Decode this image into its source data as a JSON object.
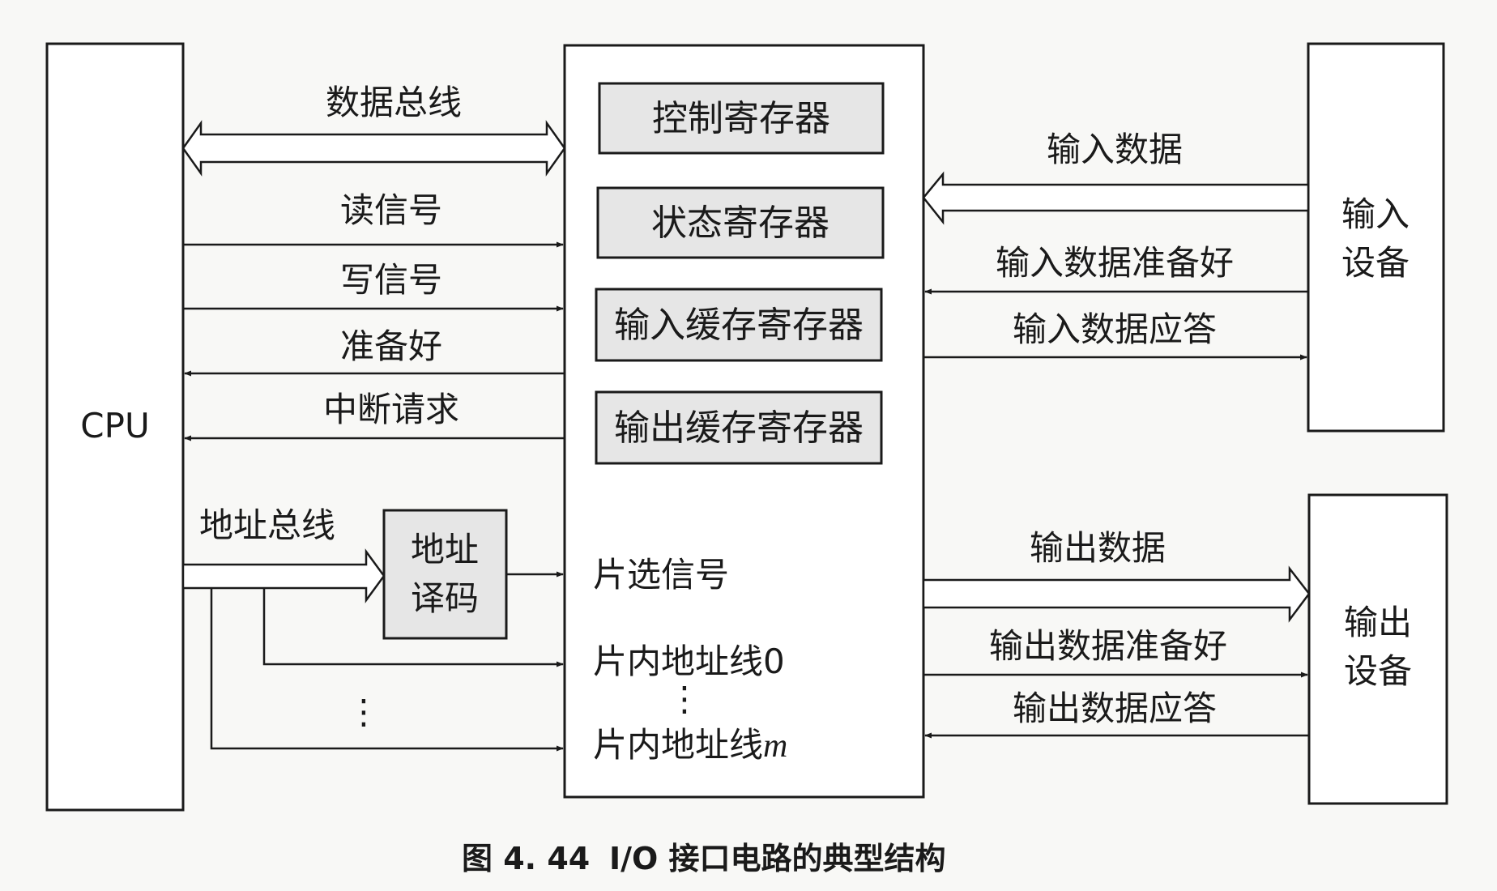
{
  "cpu": {
    "label": "CPU"
  },
  "interface": {
    "registers": [
      "控制寄存器",
      "状态寄存器",
      "输入缓存寄存器",
      "输出缓存寄存器"
    ],
    "chip_select": "片选信号",
    "addr_line_0": "片内地址线0",
    "addr_line_m_prefix": "片内地址线",
    "addr_line_m_var": "m",
    "vdots": "⋮"
  },
  "decoder": {
    "line1": "地址",
    "line2": "译码"
  },
  "input_device": {
    "line1": "输入",
    "line2": "设备"
  },
  "output_device": {
    "line1": "输出",
    "line2": "设备"
  },
  "cpu_signals": {
    "data_bus": "数据总线",
    "read": "读信号",
    "write": "写信号",
    "ready": "准备好",
    "interrupt": "中断请求",
    "address_bus": "地址总线",
    "vdots": "⋮"
  },
  "device_signals": {
    "input_data": "输入数据",
    "input_ready": "输入数据准备好",
    "input_ack": "输入数据应答",
    "output_data": "输出数据",
    "output_ready": "输出数据准备好",
    "output_ack": "输出数据应答"
  },
  "caption": {
    "figure_no": "图 4. 44",
    "title": "I/O 接口电路的典型结构"
  }
}
